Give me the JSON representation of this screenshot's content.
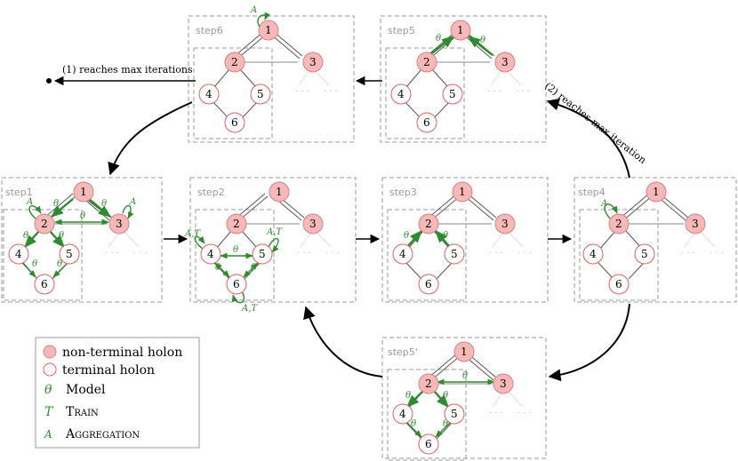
{
  "panels": {
    "step6": "step6",
    "step5": "step5",
    "step1": "step1",
    "step2": "step2",
    "step3": "step3",
    "step4": "step4",
    "step5p": "step5'"
  },
  "nodes": {
    "n1": "1",
    "n2": "2",
    "n3": "3",
    "n4": "4",
    "n5": "5",
    "n6": "6"
  },
  "annotations": {
    "theta": "θ",
    "agg": "A",
    "train_agg": "A,T"
  },
  "flow": {
    "max_iter_1": "(1) reaches max iterations",
    "max_iter_2": "(2) reaches max iteration"
  },
  "legend": {
    "nonterminal": "non-terminal holon",
    "terminal": "terminal holon",
    "theta_sym": "θ",
    "theta_label": "Model",
    "t_sym": "T",
    "t_label": "Train",
    "a_sym": "A",
    "a_label": "Aggregation"
  },
  "colors": {
    "nonterminal_fill": "#f7b8b8",
    "terminal_stroke": "#e06060",
    "annotation_green": "#2e8b2e"
  }
}
